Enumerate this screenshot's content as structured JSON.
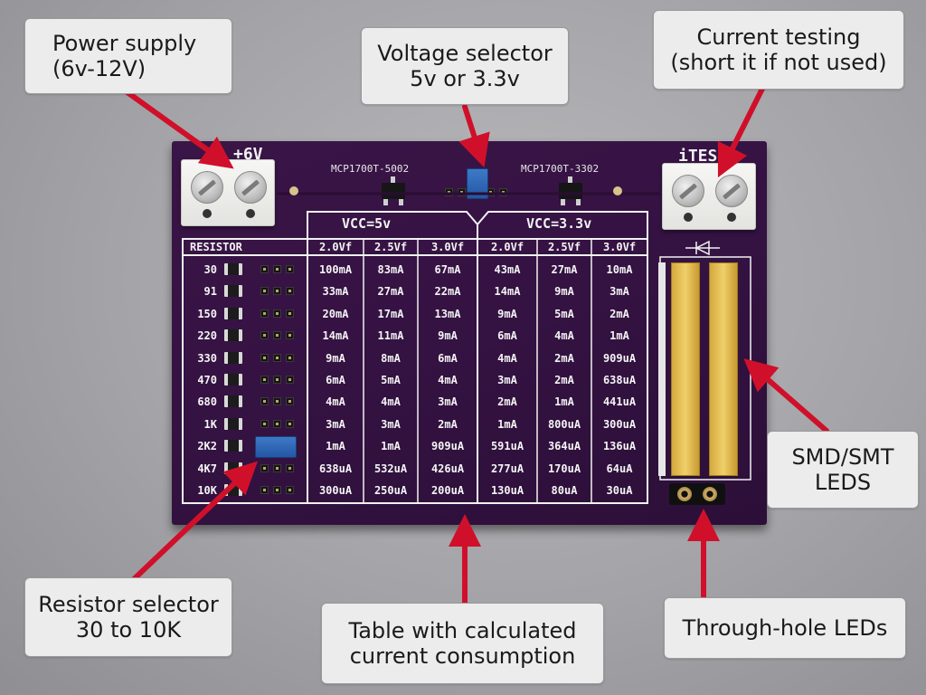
{
  "callouts": {
    "power_supply": [
      "Power supply",
      "(6v-12V)"
    ],
    "voltage_selector": [
      "Voltage selector",
      "5v or 3.3v"
    ],
    "current_testing": [
      "Current testing",
      "(short it if not used)"
    ],
    "smd_leds": [
      "SMD/SMT",
      "LEDS"
    ],
    "resistor_selector": [
      "Resistor selector",
      "30 to 10K"
    ],
    "table": [
      "Table with calculated",
      "current consumption"
    ],
    "through_hole": [
      "Through-hole LEDs"
    ]
  },
  "pcb": {
    "left_terminal_label": "+6V",
    "right_terminal_label": "iTEST",
    "regulator_left": "MCP1700T-5002",
    "regulator_right": "MCP1700T-3302",
    "vcc5_label": "VCC=5v",
    "vcc33_label": "VCC=3.3v",
    "resistor_header": "RESISTOR",
    "columns": [
      "2.0Vf",
      "2.5Vf",
      "3.0Vf",
      "2.0Vf",
      "2.5Vf",
      "3.0Vf"
    ],
    "resistors": [
      "30",
      "91",
      "150",
      "220",
      "330",
      "470",
      "680",
      "1K",
      "2K2",
      "4K7",
      "10K"
    ],
    "rows": [
      [
        "100mA",
        "83mA",
        "67mA",
        "43mA",
        "27mA",
        "10mA"
      ],
      [
        "33mA",
        "27mA",
        "22mA",
        "14mA",
        "9mA",
        "3mA"
      ],
      [
        "20mA",
        "17mA",
        "13mA",
        "9mA",
        "5mA",
        "2mA"
      ],
      [
        "14mA",
        "11mA",
        "9mA",
        "6mA",
        "4mA",
        "1mA"
      ],
      [
        "9mA",
        "8mA",
        "6mA",
        "4mA",
        "2mA",
        "909uA"
      ],
      [
        "6mA",
        "5mA",
        "4mA",
        "3mA",
        "2mA",
        "638uA"
      ],
      [
        "4mA",
        "4mA",
        "3mA",
        "2mA",
        "1mA",
        "441uA"
      ],
      [
        "3mA",
        "3mA",
        "2mA",
        "1mA",
        "800uA",
        "300uA"
      ],
      [
        "1mA",
        "1mA",
        "909uA",
        "591uA",
        "364uA",
        "136uA"
      ],
      [
        "638uA",
        "532uA",
        "426uA",
        "277uA",
        "170uA",
        "64uA"
      ],
      [
        "300uA",
        "250uA",
        "200uA",
        "130uA",
        "80uA",
        "30uA"
      ]
    ],
    "selected_resistor": "2K2",
    "selected_voltage": "VCC=5v"
  },
  "colors": {
    "pcb": "#341242",
    "silkscreen": "#f2f2f2",
    "arrow": "#d0102a",
    "jumper": "#2f66b8",
    "gold_pad": "#e2bb52",
    "callout_bg": "#ececec"
  }
}
